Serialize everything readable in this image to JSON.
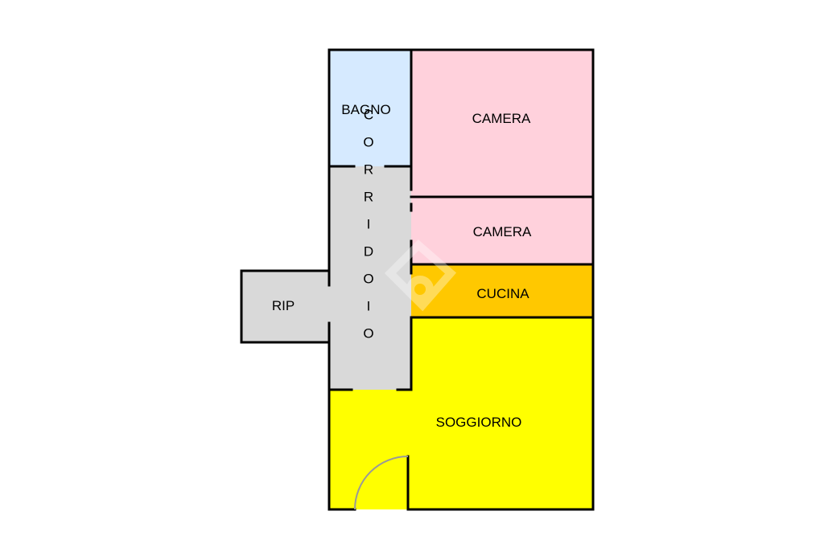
{
  "rooms": {
    "bagno": {
      "label": "BAGNO",
      "color": "#D6EAFF"
    },
    "camera_1": {
      "label": "CAMERA",
      "color": "#FFD1DC"
    },
    "camera_2": {
      "label": "CAMERA",
      "color": "#FFD1DC"
    },
    "cucina": {
      "label": "CUCINA",
      "color": "#FFC800"
    },
    "soggiorno": {
      "label": "SOGGIORNO",
      "color": "#FFFF00"
    },
    "corridoio": {
      "label": "C O R R I D O I O",
      "color": "#D9D9D9"
    },
    "rip": {
      "label": "RIP",
      "color": "#D9D9D9"
    }
  },
  "colors": {
    "wall": "#000000",
    "door_swing": "#999999",
    "watermark": "#FFFFFF"
  }
}
